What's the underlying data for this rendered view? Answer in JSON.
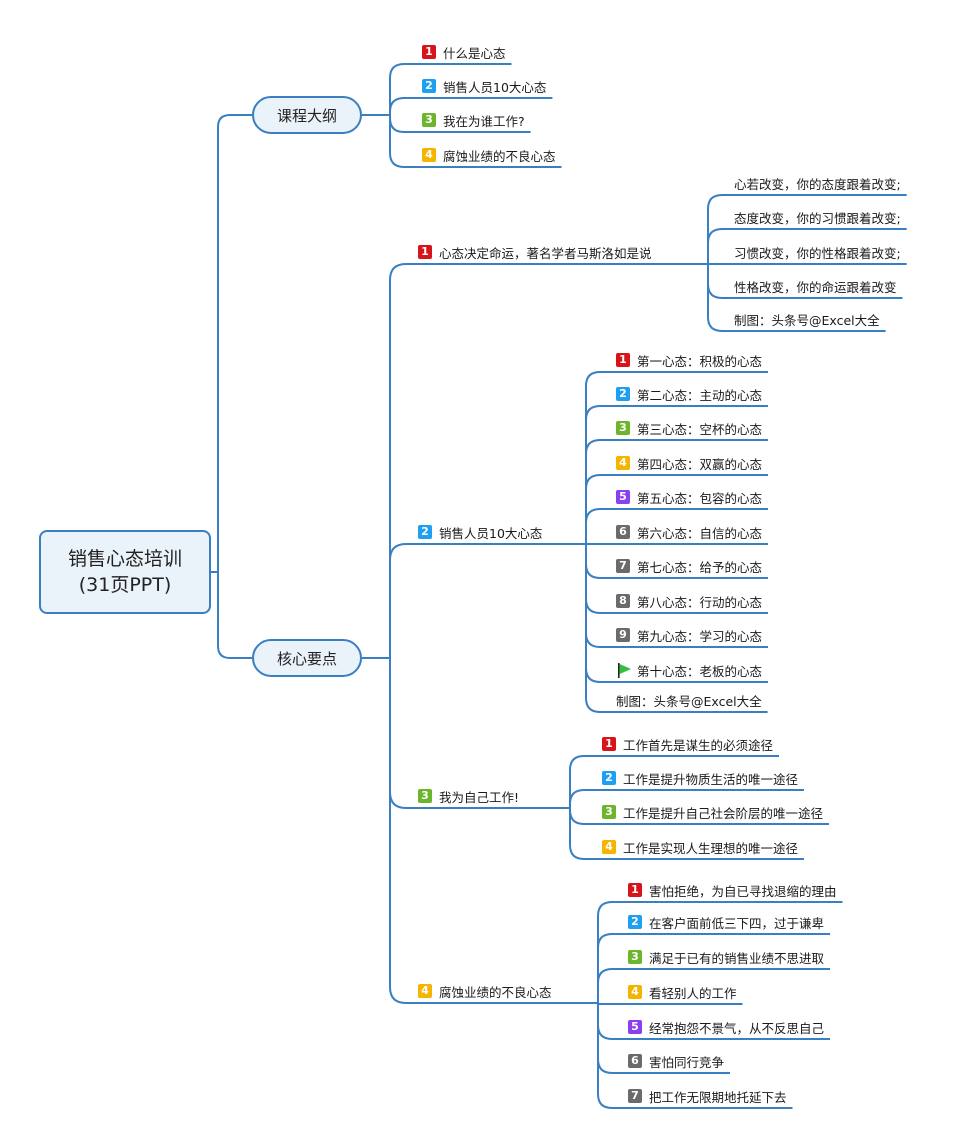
{
  "root": {
    "line1": "销售心态培训",
    "line2": "(31页PPT)"
  },
  "colors": {
    "line": "#3a7fc1",
    "p1": "#d7141a",
    "p2": "#1e9ff2",
    "p3": "#6cb52d",
    "p4": "#f5b400",
    "p5": "#8a3ff0",
    "p6": "#6b6b6b",
    "flag": "#2fbf3a"
  },
  "branches": [
    {
      "label": "课程大纲",
      "children": [
        {
          "badge": "1",
          "text": "什么是心态"
        },
        {
          "badge": "2",
          "text": "销售人员10大心态"
        },
        {
          "badge": "3",
          "text": "我在为谁工作?"
        },
        {
          "badge": "4",
          "text": "腐蚀业绩的不良心态"
        }
      ]
    },
    {
      "label": "核心要点",
      "children": [
        {
          "badge": "1",
          "text": "心态决定命运，著名学者马斯洛如是说",
          "children": [
            {
              "text": "心若改变，你的态度跟着改变;"
            },
            {
              "text": "态度改变，你的习惯跟着改变;"
            },
            {
              "text": "习惯改变，你的性格跟着改变;"
            },
            {
              "text": "性格改变，你的命运跟着改变"
            },
            {
              "text": "制图：头条号@Excel大全"
            }
          ]
        },
        {
          "badge": "2",
          "text": "销售人员10大心态",
          "children": [
            {
              "badge": "1",
              "text": "第一心态：积极的心态"
            },
            {
              "badge": "2",
              "text": "第二心态：主动的心态"
            },
            {
              "badge": "3",
              "text": "第三心态：空杯的心态"
            },
            {
              "badge": "4",
              "text": "第四心态：双赢的心态"
            },
            {
              "badge": "5",
              "text": "第五心态：包容的心态"
            },
            {
              "badge": "6",
              "text": "第六心态：自信的心态"
            },
            {
              "badge": "7",
              "text": "第七心态：给予的心态"
            },
            {
              "badge": "8",
              "text": "第八心态：行动的心态"
            },
            {
              "badge": "9",
              "text": "第九心态：学习的心态"
            },
            {
              "badge": "flag",
              "text": "第十心态：老板的心态"
            },
            {
              "text": "制图：头条号@Excel大全"
            }
          ]
        },
        {
          "badge": "3",
          "text": "我为自己工作!",
          "children": [
            {
              "badge": "1",
              "text": "工作首先是谋生的必须途径"
            },
            {
              "badge": "2",
              "text": "工作是提升物质生活的唯一途径"
            },
            {
              "badge": "3",
              "text": "工作是提升自己社会阶层的唯一途径"
            },
            {
              "badge": "4",
              "text": "工作是实现人生理想的唯一途径"
            }
          ]
        },
        {
          "badge": "4",
          "text": "腐蚀业绩的不良心态",
          "children": [
            {
              "badge": "1",
              "text": "害怕拒绝，为自已寻找退缩的理由"
            },
            {
              "badge": "2",
              "text": "在客户面前低三下四，过于谦卑"
            },
            {
              "badge": "3",
              "text": "满足于已有的销售业绩不思进取"
            },
            {
              "badge": "4",
              "text": "看轻别人的工作"
            },
            {
              "badge": "5",
              "text": "经常抱怨不景气，从不反思自己"
            },
            {
              "badge": "6",
              "text": "害怕同行竞争"
            },
            {
              "badge": "7",
              "text": "把工作无限期地托延下去"
            }
          ]
        }
      ]
    }
  ]
}
